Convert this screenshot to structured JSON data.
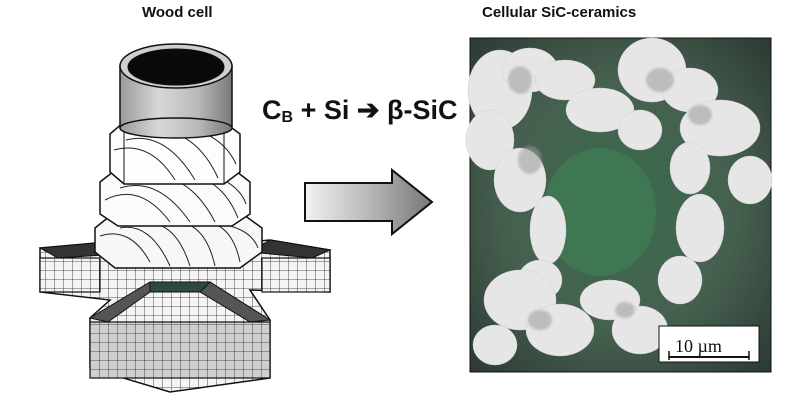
{
  "left_title": "Wood cell",
  "right_title": "Cellular SiC-ceramics",
  "reaction": {
    "c": "C",
    "c_sub": "B",
    "plus_si": " + Si ",
    "arrow_glyph": "➔",
    "product": " β-SiC"
  },
  "scale_bar": {
    "label": "10 µm"
  },
  "colors": {
    "sem_green": "#3f6f52",
    "particles": "#e6e6e6",
    "background": "#ffffff"
  }
}
